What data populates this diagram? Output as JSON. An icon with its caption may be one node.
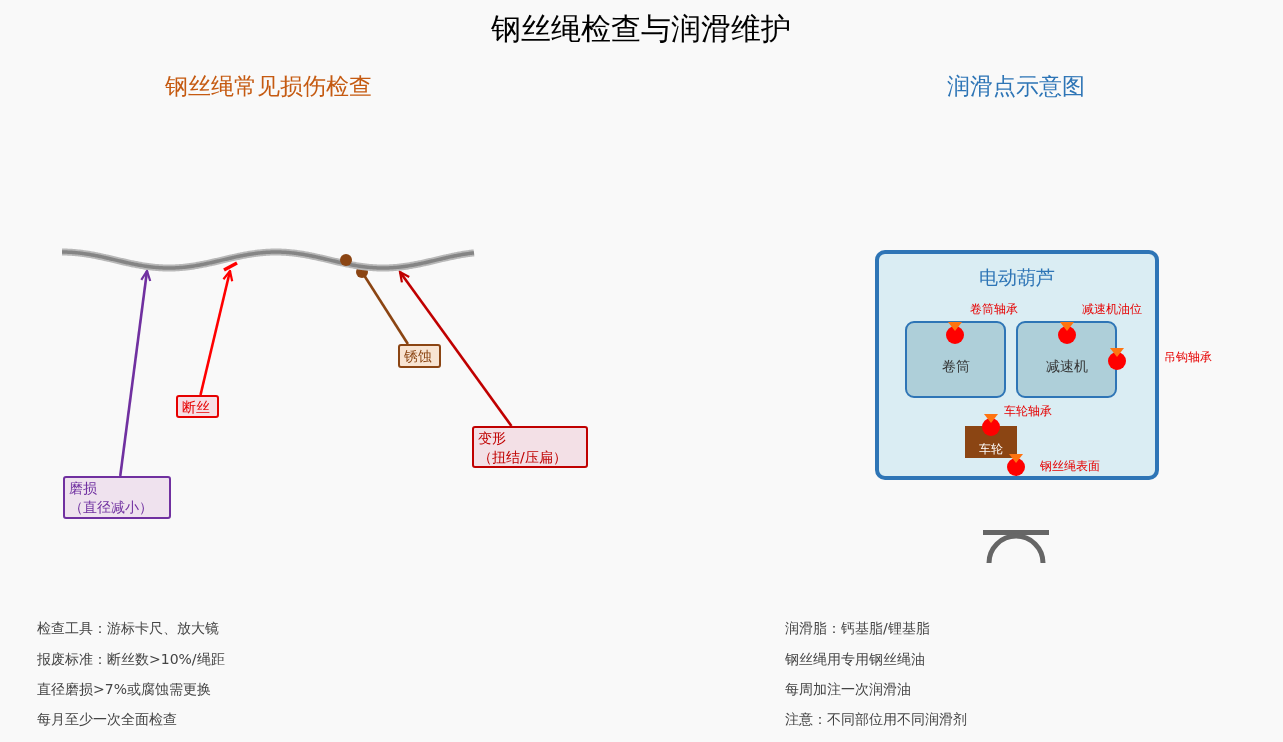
{
  "diagram": {
    "title": "钢丝绳检查与润滑维护",
    "nodes": [
      {
        "text": [],
        "shape": "rope"
      },
      {
        "text": [
          "锈蚀"
        ]
      },
      {
        "text": [
          "断丝"
        ]
      },
      {
        "text": [
          "变形",
          "（扭结/压扁）"
        ]
      },
      {
        "text": [
          "磨损",
          "（直径减小）"
        ]
      },
      {
        "text": [
          "电动葫芦"
        ]
      },
      {
        "text": [
          "卷筒"
        ],
        "in": 5
      },
      {
        "text": [
          "减速机"
        ],
        "in": 5
      },
      {
        "text": [
          "车轮"
        ],
        "in": 5
      },
      {
        "text": [],
        "shape": "circle",
        "beside": [
          "卷筒轴承"
        ],
        "in": 6
      },
      {
        "text": [],
        "shape": "circle",
        "beside": [
          "减速机油位"
        ],
        "in": 7
      },
      {
        "text": [],
        "shape": "circle",
        "beside": [
          "吊钩轴承"
        ],
        "in": 5
      },
      {
        "text": [],
        "shape": "circle",
        "beside": [
          "车轮轴承"
        ],
        "in": 5
      },
      {
        "text": [],
        "shape": "circle",
        "beside": [
          "钢丝绳表面"
        ],
        "in": 5
      }
    ],
    "edges": [
      {
        "from": 4,
        "to": 0,
        "arrow": "to",
        "color": "#7030a0"
      },
      {
        "from": 2,
        "to": 0,
        "arrow": "to",
        "color": "#ff0000"
      },
      {
        "from": 1,
        "to": 0,
        "arrow": "other",
        "color": "#8b4513"
      },
      {
        "from": 3,
        "to": 0,
        "arrow": "to",
        "color": "#c00000"
      }
    ],
    "labels": [
      "钢丝绳常见损伤检查",
      "润滑点示意图",
      "检查工具：游标卡尺、放大镜",
      "报废标准：断丝数>10%/绳距",
      "直径磨损>7%或腐蚀需更换",
      "每月至少一次全面检查",
      "润滑脂：钙基脂/锂基脂",
      "钢丝绳用专用钢丝绳油",
      "每周加注一次润滑油",
      "注意：不同部位用不同润滑剂"
    ]
  }
}
